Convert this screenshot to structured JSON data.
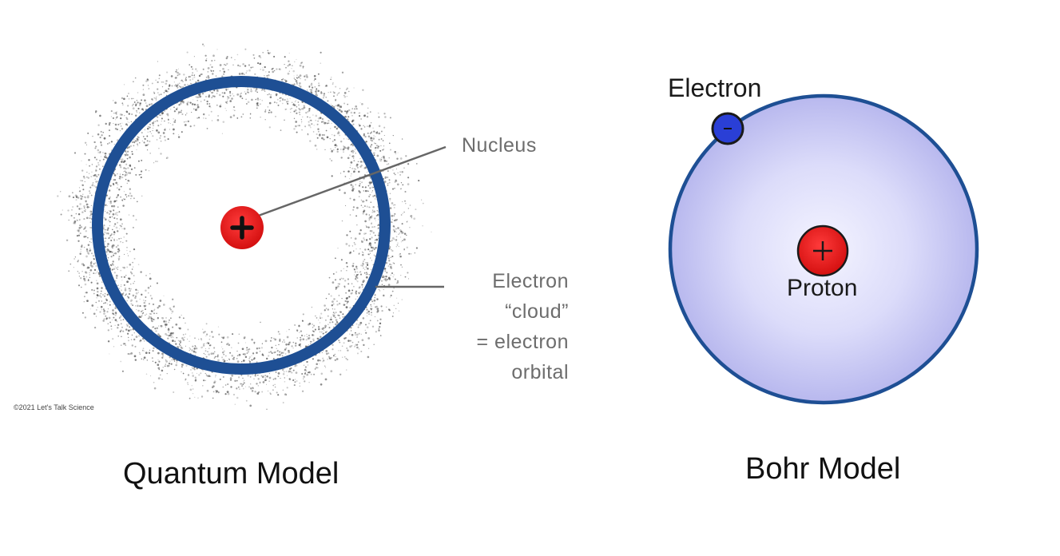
{
  "quantum_model": {
    "caption": "Quantum Model",
    "nucleus_label": "Nucleus",
    "nucleus_sign": "+",
    "cloud_label_lines": [
      "Electron",
      "“cloud”",
      "= electron",
      "orbital"
    ],
    "copyright": "©2021 Let's Talk Science"
  },
  "bohr_model": {
    "caption": "Bohr Model",
    "electron_label": "Electron",
    "electron_sign": "-",
    "proton_label": "Proton",
    "proton_sign": "+"
  },
  "colors": {
    "orbit_blue": "#1e4f94",
    "nucleus_red": "#e31e1e",
    "bohr_fill": "#c9c9f4",
    "electron_blue": "#2a3fd6",
    "cloud_dots": "#555555",
    "leader_line": "#666666"
  }
}
